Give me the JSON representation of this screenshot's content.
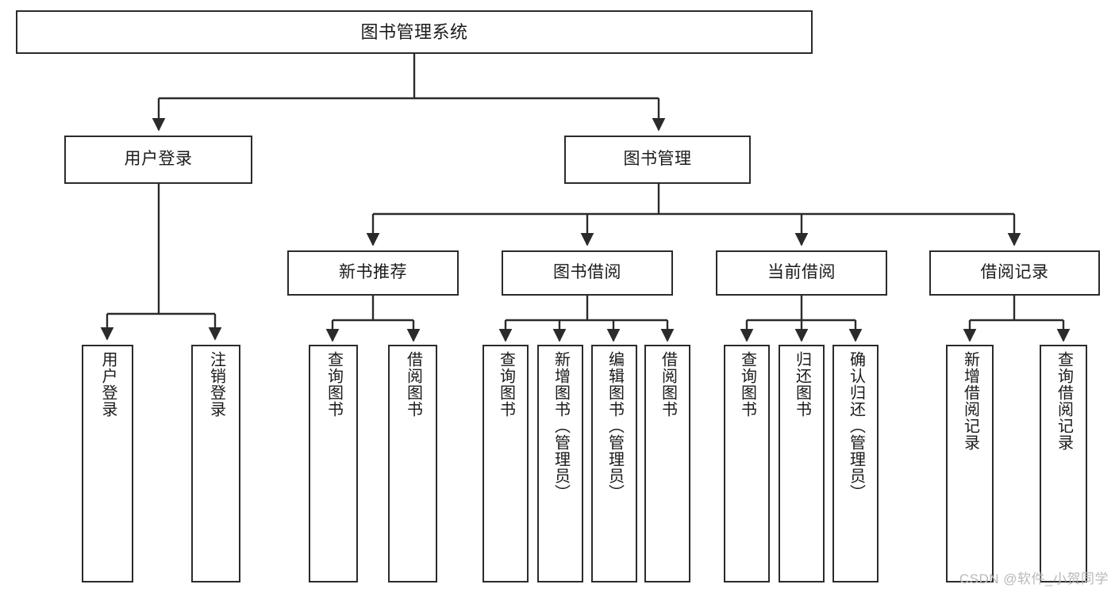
{
  "diagram": {
    "type": "tree",
    "title": "图书管理系统",
    "root": {
      "label": "图书管理系统"
    },
    "level2": [
      {
        "label": "用户登录"
      },
      {
        "label": "图书管理"
      }
    ],
    "level3": [
      {
        "label": "新书推荐"
      },
      {
        "label": "图书借阅"
      },
      {
        "label": "当前借阅"
      },
      {
        "label": "借阅记录"
      }
    ],
    "leaves_user_login": [
      {
        "label": "用户登录"
      },
      {
        "label": "注销登录"
      }
    ],
    "leaves_new_book": [
      {
        "label": "查询图书"
      },
      {
        "label": "借阅图书"
      }
    ],
    "leaves_borrow": [
      {
        "label": "查询图书"
      },
      {
        "label": "新增图书（管理员）"
      },
      {
        "label": "编辑图书（管理员）"
      },
      {
        "label": "借阅图书"
      }
    ],
    "leaves_current": [
      {
        "label": "查询图书"
      },
      {
        "label": "归还图书"
      },
      {
        "label": "确认归还（管理员）"
      }
    ],
    "leaves_records": [
      {
        "label": "新增借阅记录"
      },
      {
        "label": "查询借阅记录"
      }
    ]
  },
  "watermark": {
    "text": "CSDN @软件_小贺同学"
  },
  "colors": {
    "border": "#2b2b2b",
    "text": "#1a1a1a",
    "background": "#ffffff",
    "watermark": "#b9b9b9"
  }
}
